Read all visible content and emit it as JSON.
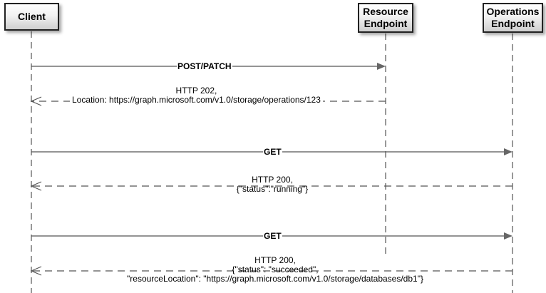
{
  "actors": [
    {
      "id": "client",
      "label": "Client"
    },
    {
      "id": "resource",
      "label": "Resource\nEndpoint"
    },
    {
      "id": "operations",
      "label": "Operations\nEndpoint"
    }
  ],
  "messages": [
    {
      "from": "client",
      "to": "resource",
      "style": "solid",
      "lines": [
        "POST/PATCH"
      ]
    },
    {
      "from": "resource",
      "to": "client",
      "style": "dashed",
      "lines": [
        "HTTP 202,",
        "Location: https://graph.microsoft.com/v1.0/storage/operations/123"
      ]
    },
    {
      "from": "client",
      "to": "operations",
      "style": "solid",
      "lines": [
        "GET"
      ]
    },
    {
      "from": "operations",
      "to": "client",
      "style": "dashed",
      "lines": [
        "HTTP 200,",
        "{\"status\":\"running\"}"
      ]
    },
    {
      "from": "client",
      "to": "operations",
      "style": "solid",
      "lines": [
        "GET"
      ]
    },
    {
      "from": "operations",
      "to": "client",
      "style": "dashed",
      "lines": [
        "HTTP 200,",
        "{\"status\": \"succeeded\",",
        "\"resourceLocation\": \"https://graph.microsoft.com/v1.0/storage/databases/db1\"}"
      ]
    }
  ]
}
